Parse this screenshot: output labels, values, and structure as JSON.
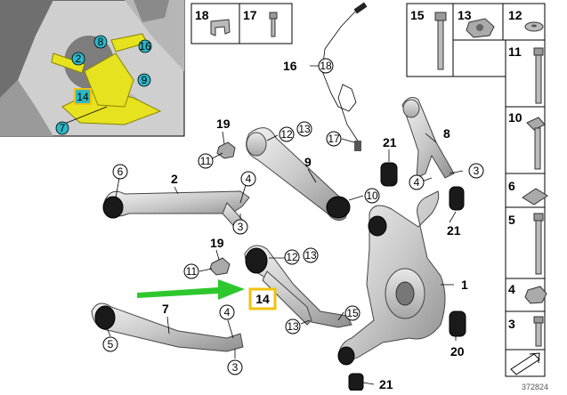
{
  "inset_callouts": [
    "2",
    "8",
    "16",
    "9",
    "14",
    "7"
  ],
  "top_box": [
    "18",
    "17"
  ],
  "right_column": [
    "15",
    "13",
    "12",
    "11",
    "10",
    "6",
    "5",
    "4",
    "3"
  ],
  "main_callouts": {
    "c19a": "19",
    "c11a": "11",
    "c12a": "12",
    "c13a": "13",
    "c16": "16",
    "c18": "18",
    "c17": "17",
    "c21a": "21",
    "c8": "8",
    "c4a": "4",
    "c3a": "3",
    "c9": "9",
    "c10": "10",
    "c6": "6",
    "c2": "2",
    "c4b": "4",
    "c3b": "3",
    "c21b": "21",
    "c19b": "19",
    "c11b": "11",
    "c12b": "12",
    "c13b": "13",
    "c14": "14",
    "c1": "1",
    "c7": "7",
    "c4c": "4",
    "c13c": "13",
    "c15": "15",
    "c5": "5",
    "c3c": "3",
    "c20": "20",
    "c21c": "21"
  },
  "diagram_id": "372824",
  "colors": {
    "highlight": "#f2c20d",
    "callout_fill": "#2bb8c8",
    "arrow": "#2ec82e",
    "inset_part": "#e6e21f"
  }
}
